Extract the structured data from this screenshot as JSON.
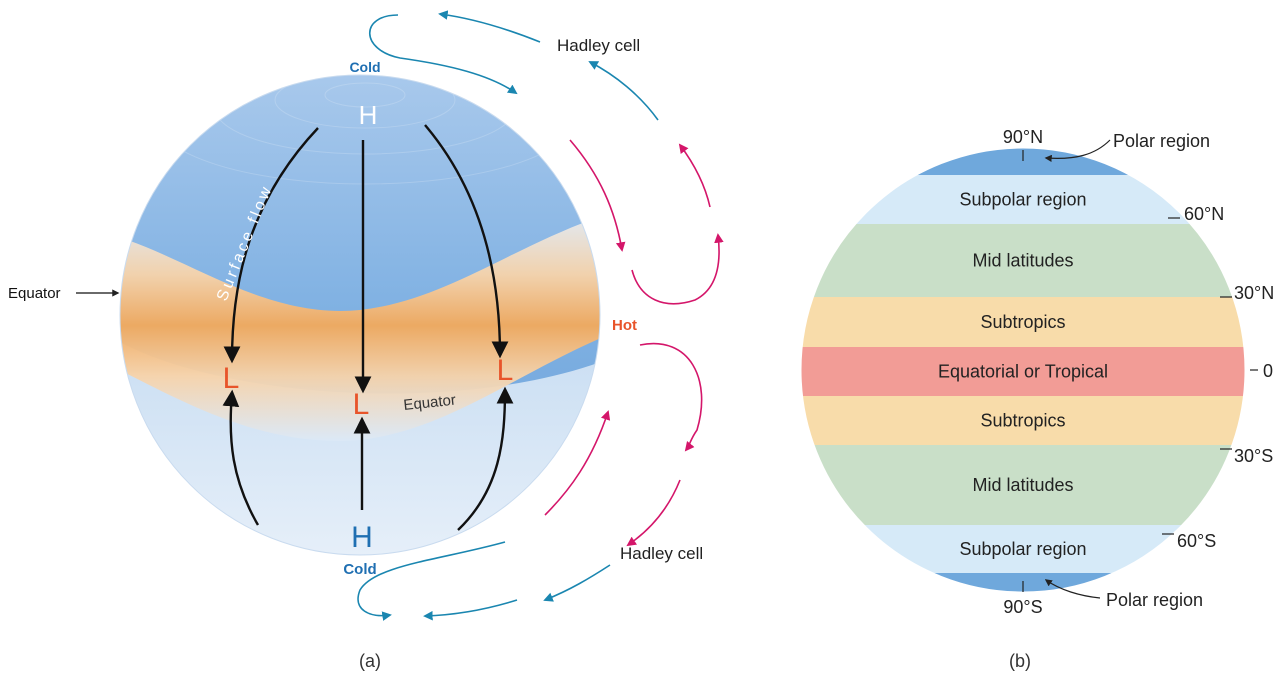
{
  "panel_a": {
    "caption": "(a)",
    "hadley_top": "Hadley cell",
    "hadley_bottom": "Hadley cell",
    "cold_top": "Cold",
    "cold_bottom": "Cold",
    "hot": "Hot",
    "equator_outside": "Equator",
    "equator_on_globe": "Equator",
    "surface_flow": "Surface flow",
    "high_top": "H",
    "high_bottom": "H",
    "lows": [
      "L",
      "L",
      "L"
    ]
  },
  "panel_b": {
    "caption": "(b)",
    "bands": [
      {
        "label": "",
        "color": "#6fa8dc"
      },
      {
        "label": "Subpolar region",
        "color": "#d6eaf8"
      },
      {
        "label": "Mid latitudes",
        "color": "#c9dfc8"
      },
      {
        "label": "Subtropics",
        "color": "#f8dcaa"
      },
      {
        "label": "Equatorial or Tropical",
        "color": "#f29c96"
      },
      {
        "label": "Subtropics",
        "color": "#f8dcaa"
      },
      {
        "label": "Mid latitudes",
        "color": "#c9dfc8"
      },
      {
        "label": "Subpolar region",
        "color": "#d6eaf8"
      },
      {
        "label": "",
        "color": "#6fa8dc"
      }
    ],
    "latitudes": [
      "90°N",
      "60°N",
      "30°N",
      "0",
      "30°S",
      "60°S",
      "90°S"
    ],
    "polar_top": "Polar region",
    "polar_bottom": "Polar region"
  },
  "colors": {
    "cold_blue": "#1f6fb2",
    "hot_orange": "#e8542a",
    "hadley_blue": "#1a86b0",
    "hadley_magenta": "#d4166a"
  }
}
